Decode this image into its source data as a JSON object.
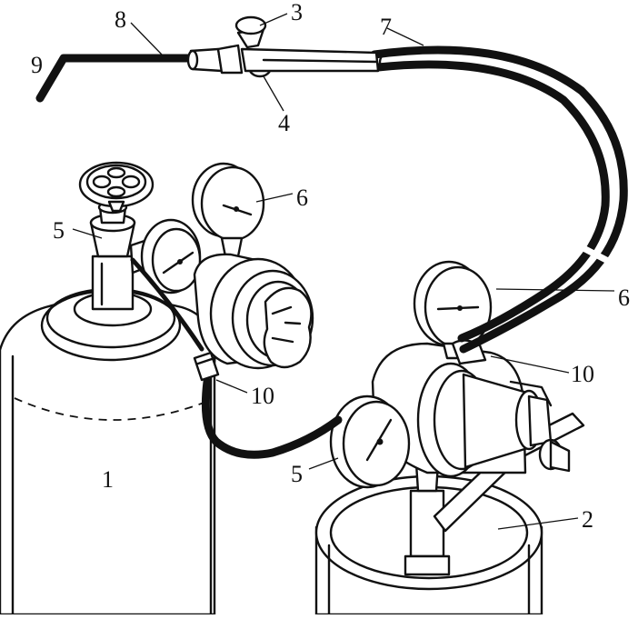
{
  "labels": {
    "cylinder_1": "1",
    "cylinder_2": "2",
    "torch_valve_3": "3",
    "torch_valve_4": "4",
    "regulator_left_5": "5",
    "regulator_right_5": "5",
    "gauge_left_6": "6",
    "gauge_right_6": "6",
    "hose_7": "7",
    "torch_body_8": "8",
    "nozzle_9": "9",
    "hose_fitting_left_10": "10",
    "hose_fitting_right_10": "10"
  },
  "colors": {
    "line": "#111111",
    "background": "#ffffff"
  }
}
